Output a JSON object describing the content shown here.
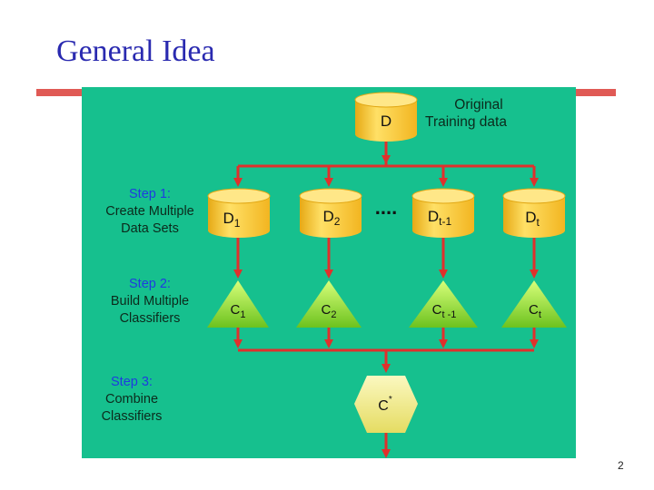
{
  "slide": {
    "title": "General Idea",
    "page_number": "2"
  },
  "diagram": {
    "original": {
      "label": "D",
      "caption_line1": "Original",
      "caption_line2": "Training data"
    },
    "steps": [
      {
        "label": "Step 1:",
        "line1": "Create Multiple",
        "line2": "Data Sets"
      },
      {
        "label": "Step 2:",
        "line1": "Build Multiple",
        "line2": "Classifiers"
      },
      {
        "label": "Step 3:",
        "line1": "Combine",
        "line2": "Classifiers"
      }
    ],
    "datasets": [
      {
        "base": "D",
        "sub": "1"
      },
      {
        "base": "D",
        "sub": "2"
      },
      {
        "base": "D",
        "sub": "t-1"
      },
      {
        "base": "D",
        "sub": "t"
      }
    ],
    "ellipsis": "....",
    "classifiers": [
      {
        "base": "C",
        "sub": "1"
      },
      {
        "base": "C",
        "sub": "2"
      },
      {
        "base": "C",
        "sub": "t -1"
      },
      {
        "base": "C",
        "sub": "t"
      }
    ],
    "combined": {
      "base": "C",
      "sup": "*"
    },
    "colors": {
      "panel": "#16c08e",
      "arrow": "#e0302c",
      "cylinder": "#ffd23a",
      "triangle": "#9ce63a",
      "hexagon": "#f4f19a",
      "step_label": "#1f3be0"
    }
  }
}
